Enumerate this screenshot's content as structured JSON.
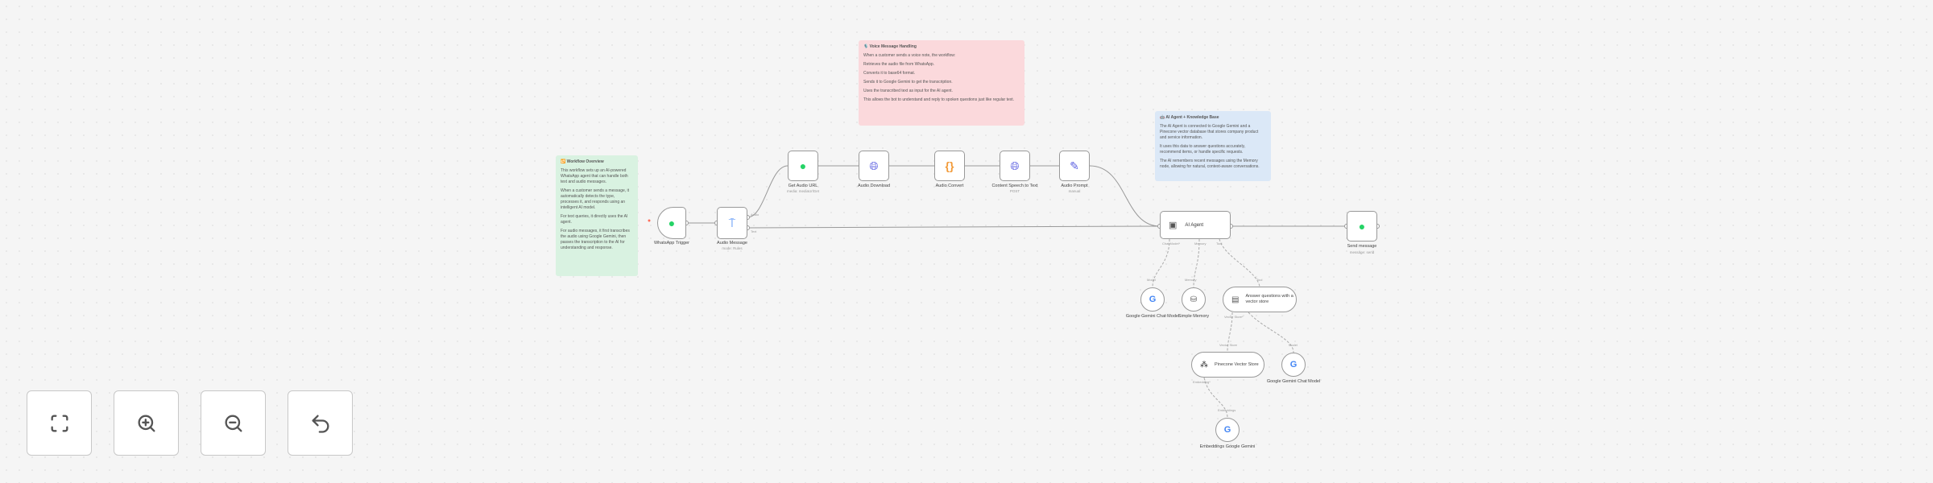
{
  "sticky_notes": {
    "overview": {
      "title": "🔁 Workflow Overview",
      "lines": [
        "This workflow sets up an AI-powered WhatsApp agent that can handle both text and audio messages.",
        "When a customer sends a message, it automatically detects the type, processes it, and responds using an intelligent AI model.",
        "For text queries, it directly uses the AI agent.",
        "For audio messages, it first transcribes the audio using Google Gemini, then passes the transcription to the AI for understanding and response."
      ]
    },
    "voice": {
      "title": "🎙️ Voice Message Handling",
      "lines": [
        "When a customer sends a voice note, the workflow:",
        "Retrieves the audio file from WhatsApp.",
        "Converts it to base64 format.",
        "Sends it to Google Gemini to get the transcription.",
        "Uses the transcribed text as input for the AI agent.",
        "This allows the bot to understand and reply to spoken questions just like regular text."
      ]
    },
    "agent": {
      "title": "🤖 AI Agent + Knowledge Base",
      "lines": [
        "The AI Agent is connected to Google Gemini and a Pinecone vector database that stores company product and service information.",
        "It uses this data to answer questions accurately, recommend items, or handle specific requests.",
        "The AI remembers recent messages using the Memory node, allowing for natural, context-aware conversations."
      ]
    }
  },
  "nodes": {
    "whatsapp_trigger": {
      "label": "WhatsApp Trigger",
      "icon": "whatsapp-icon"
    },
    "audio_message": {
      "label": "Audio Message",
      "subtitle": "mode: Rules",
      "icon": "switch-icon",
      "outputs": [
        "Audio",
        "Text"
      ]
    },
    "get_audio_url": {
      "label": "Get Audio URL",
      "subtitle": "media: mediaUrlGet",
      "icon": "whatsapp-icon"
    },
    "audio_download": {
      "label": "Audio Download",
      "icon": "globe-icon"
    },
    "audio_convert": {
      "label": "Audio Convert",
      "icon": "code-icon"
    },
    "speech_to_text": {
      "label": "Content Speech to Text",
      "subtitle": "POST",
      "icon": "globe-icon"
    },
    "audio_prompt": {
      "label": "Audio Prompt",
      "subtitle": "manual",
      "icon": "pencil-icon"
    },
    "ai_agent": {
      "label": "AI Agent",
      "icon": "robot-icon",
      "ports": [
        "Chat Model*",
        "Memory",
        "Tool"
      ]
    },
    "send_message": {
      "label": "Send message",
      "subtitle": "message: send",
      "icon": "whatsapp-icon"
    },
    "gemini_chat": {
      "label": "Google Gemini Chat Model",
      "icon": "google-icon",
      "port": "Model"
    },
    "memory": {
      "label": "Simple Memory",
      "icon": "database-icon",
      "port": "Memory"
    },
    "vector_tool": {
      "label": "Answer questions with a vector store",
      "icon": "vector-icon",
      "port": "Tool",
      "ports": [
        "Vector Store*",
        "Model*"
      ]
    },
    "pinecone": {
      "label": "Pinecone Vector Store",
      "icon": "pinecone-icon",
      "port": "Vector Store",
      "ports": [
        "Embedding*"
      ]
    },
    "gemini_chat_2": {
      "label": "Google Gemini Chat Model",
      "icon": "google-icon",
      "port": "Model"
    },
    "embeddings": {
      "label": "Embeddings Google Gemini",
      "icon": "google-icon",
      "port": "Embeddings"
    }
  },
  "controls": [
    {
      "name": "fit-view",
      "icon": "fit-view-icon"
    },
    {
      "name": "zoom-in",
      "icon": "zoom-in-icon"
    },
    {
      "name": "zoom-out",
      "icon": "zoom-out-icon"
    },
    {
      "name": "reset",
      "icon": "undo-icon"
    }
  ],
  "colors": {
    "whatsapp": "#25d366",
    "globe": "#5b5fe0",
    "code": "#f29a38",
    "switch": "#3b82f6",
    "sticky_green": "#d9f2e1",
    "sticky_pink": "#fbd9dc",
    "sticky_blue": "#dbe8f7"
  }
}
